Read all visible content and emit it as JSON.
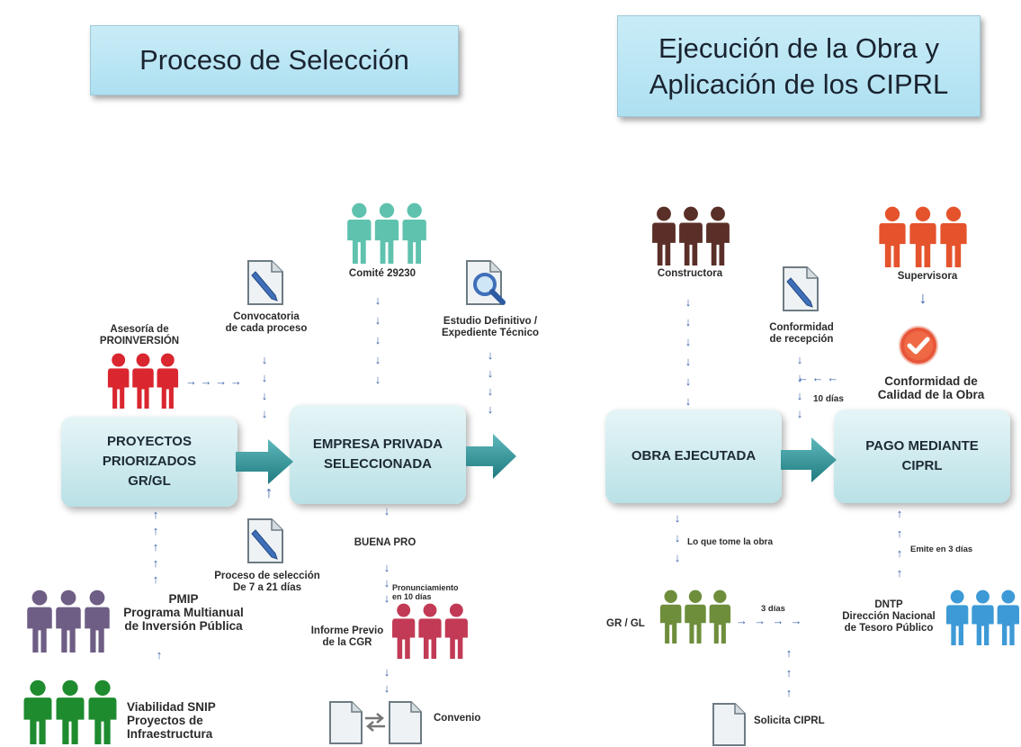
{
  "headers": {
    "left": "Proceso de Selección",
    "right_line1": "Ejecución de la Obra y",
    "right_line2": "Aplicación de los CIPRL"
  },
  "boxes": {
    "proyectos": "PROYECTOS\nPRIORIZADOS\nGR/GL",
    "empresa": "EMPRESA PRIVADA\nSELECCIONADA",
    "obra": "OBRA EJECUTADA",
    "pago": "PAGO MEDIANTE\nCIPRL"
  },
  "labels": {
    "asesoria": "Asesoría de\nPROINVERSIÓN",
    "convocatoria": "Convocatoria\nde cada proceso",
    "comite": "Comité 29230",
    "estudio": "Estudio Definitivo /\nExpediente Técnico",
    "proceso": "Proceso de selección\nDe 7 a 21 días",
    "pmip": "PMIP\nPrograma Multianual\nde Inversión Pública",
    "viabilidad": "Viabilidad SNIP\nProyectos de\nInfraestructura",
    "buena_pro": "BUENA PRO",
    "pronunciamiento": "Pronunciamiento\nen 10 días",
    "informe": "Informe Previo\nde la CGR",
    "convenio": "Convenio",
    "constructora": "Constructora",
    "supervisora": "Supervisora",
    "conformidad_recepcion": "Conformidad\nde recepción",
    "conformidad_calidad": "Conformidad de\nCalidad de la Obra",
    "diez_dias": "10 días",
    "lo_que_tome": "Lo que tome la obra",
    "gr_gl": "GR / GL",
    "tres_dias": "3 días",
    "dntp": "DNTP\nDirección Nacional\nde Tesoro Público",
    "emite": "Emite en 3 días",
    "solicita": "Solicita CIPRL"
  },
  "colors": {
    "red": "#d9262f",
    "teal": "#5fc2ae",
    "purple": "#6e5d84",
    "green": "#1e8b2f",
    "brown": "#5a2f28",
    "orange": "#e5532d",
    "pink": "#c23a55",
    "olive": "#6f8e3c",
    "blue": "#3d9ad6",
    "arrow_teal": "#2f8f93",
    "small_arrow": "#3e63a8"
  },
  "icons": {
    "people": "person-group-icon",
    "doc_pen": "document-pen-icon",
    "doc_search": "document-search-icon",
    "check": "check-badge-icon",
    "doc_plain": "document-icon"
  }
}
